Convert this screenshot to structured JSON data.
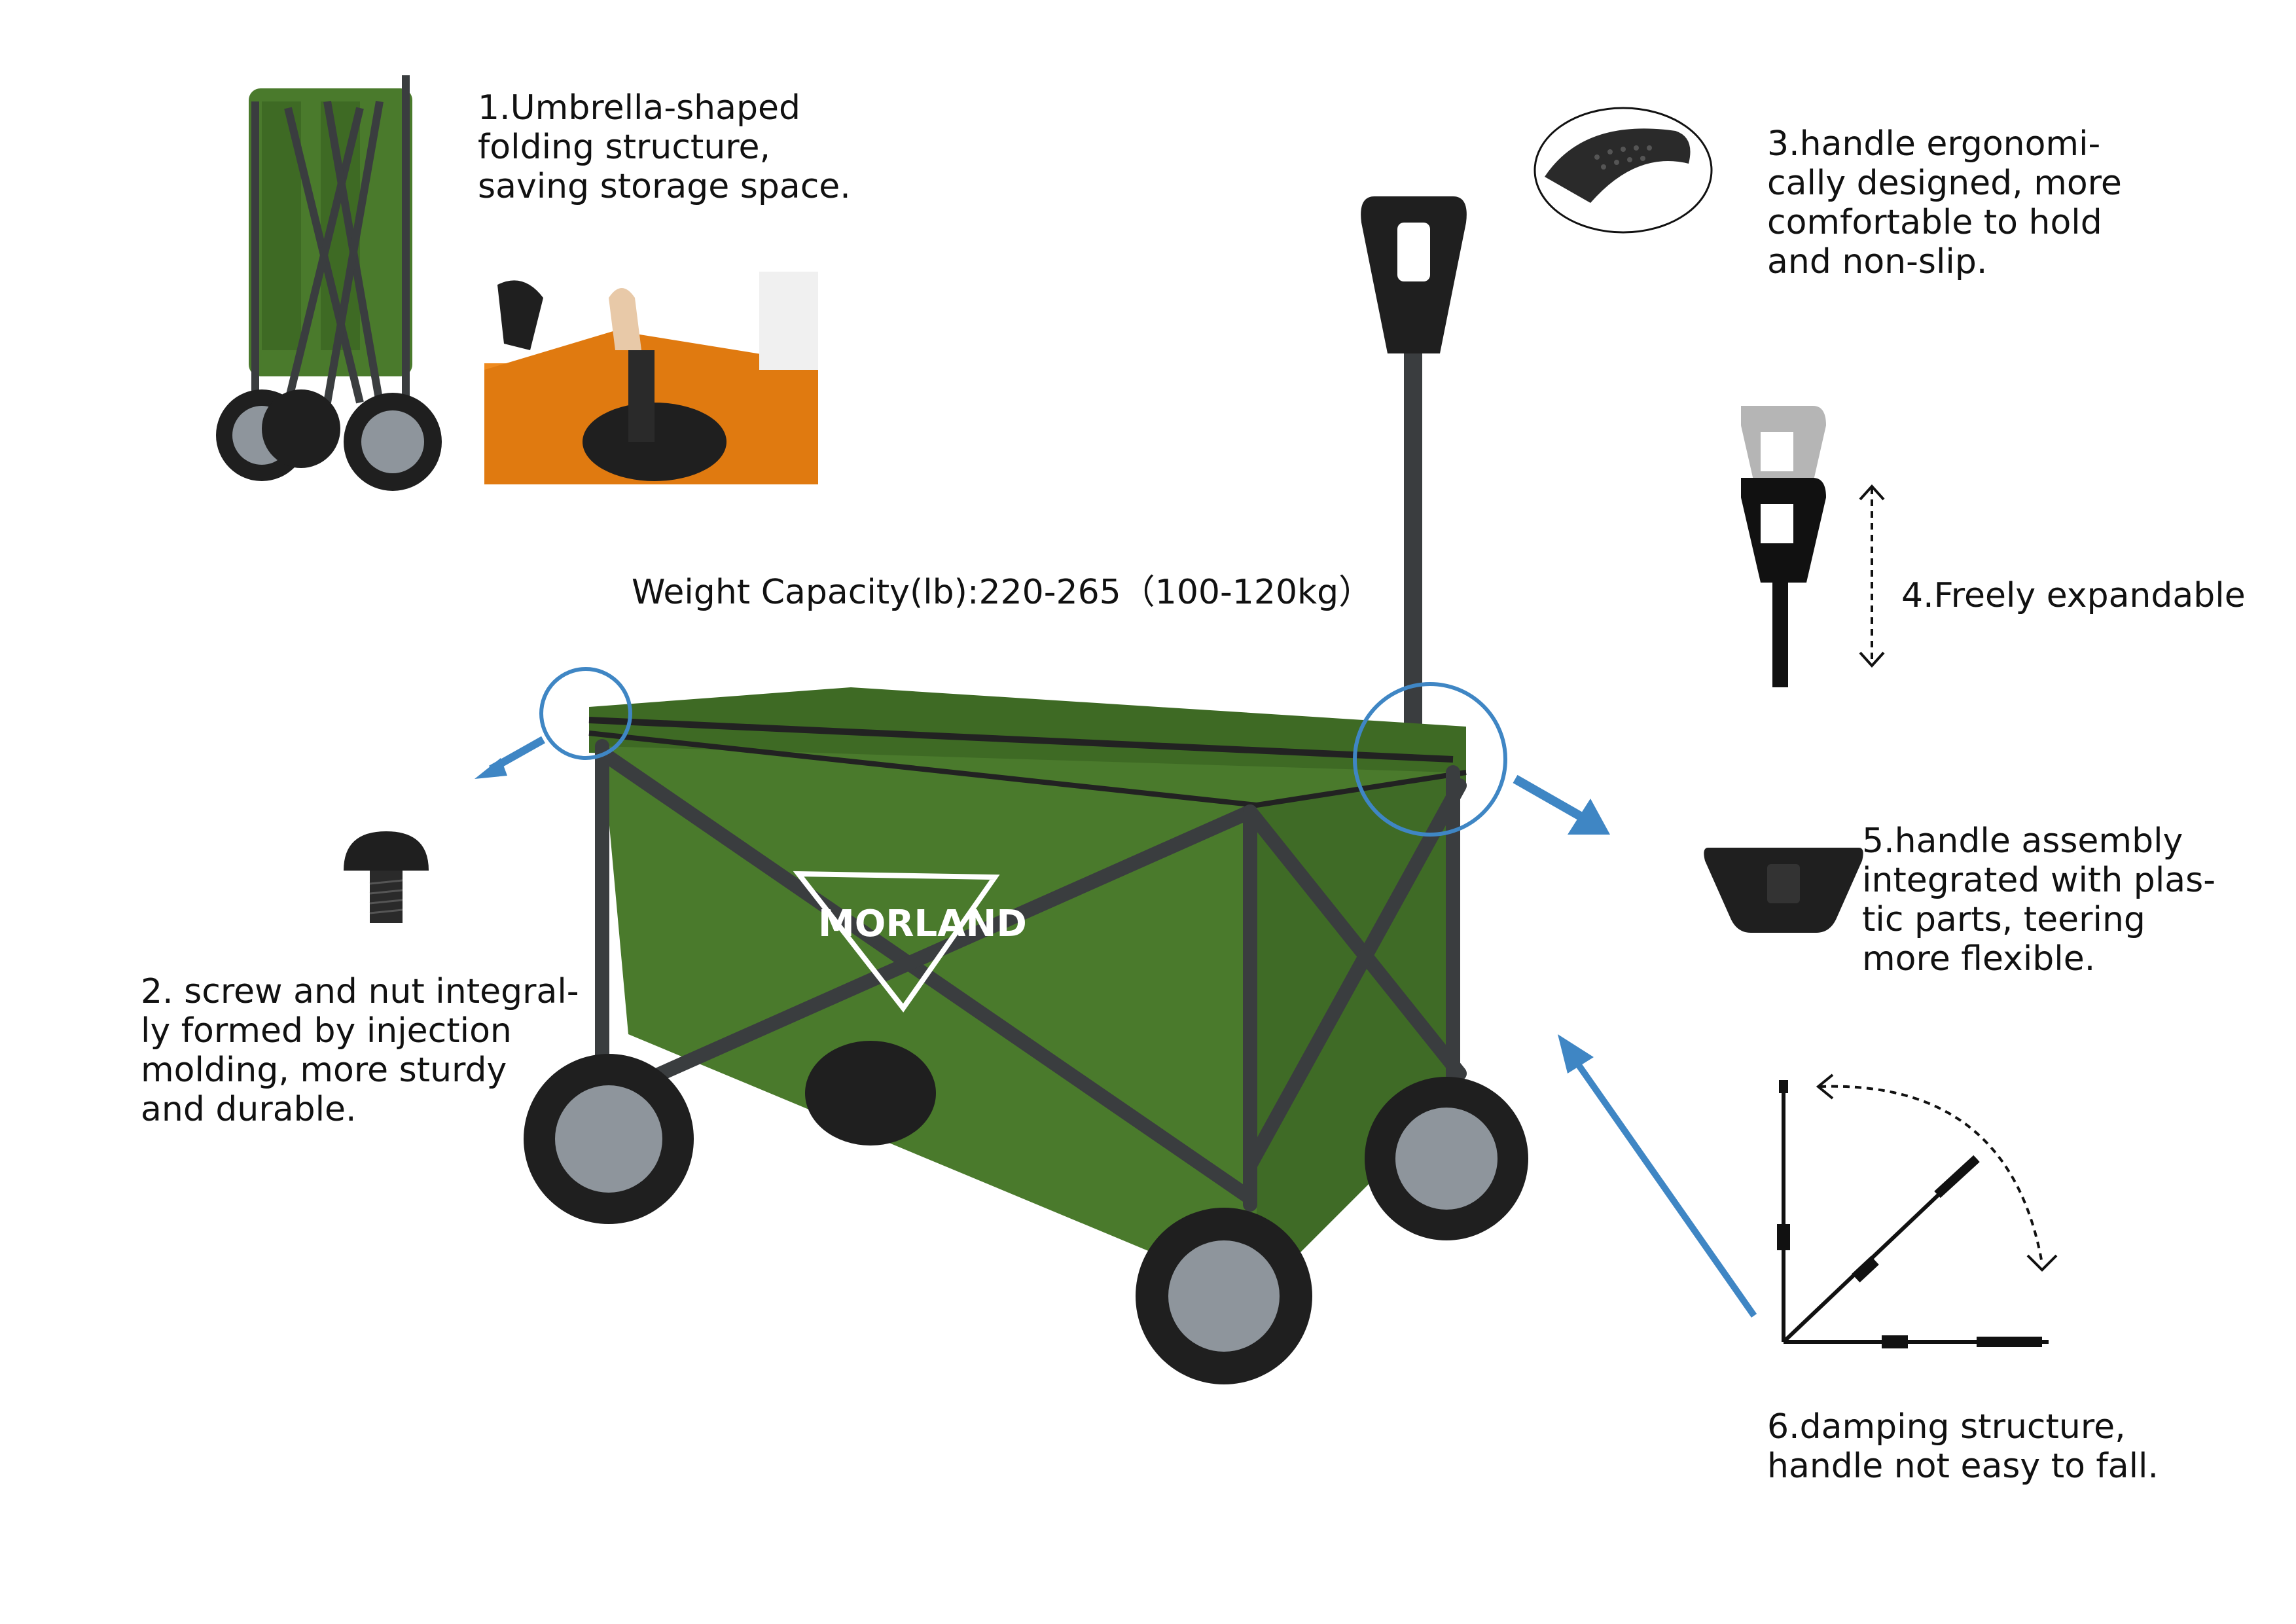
{
  "features": [
    {
      "number": "1.",
      "lines": [
        "1.Umbrella-shaped",
        "folding structure,",
        "saving storage space."
      ]
    },
    {
      "number": "2.",
      "lines": [
        "2. screw and nut integral-",
        "ly formed by injection",
        "molding, more sturdy",
        "and durable."
      ]
    },
    {
      "number": "3.",
      "lines": [
        "3.handle ergonomi-",
        "cally designed, more",
        "comfortable to hold",
        "and non-slip."
      ]
    },
    {
      "number": "4.",
      "lines": [
        "4.Freely expandable"
      ]
    },
    {
      "number": "5.",
      "lines": [
        "5.handle assembly",
        "integrated with plas-",
        "tic parts, teering",
        "more flexible."
      ]
    },
    {
      "number": "6.",
      "lines": [
        "6.damping structure,",
        "handle not easy to fall."
      ]
    }
  ],
  "capacity": "Weight Capacity(lb):220-265（100-120kg）",
  "brand_logo_text": "MORLAND",
  "colors": {
    "fabric_green": "#4a7a2c",
    "frame_dark": "#3a3d3f",
    "accent_blue": "#3f86c4",
    "inner_orange": "#ef8a1e",
    "wheel_black": "#1f1f1f",
    "hub_grey": "#8e959c"
  },
  "icons": [
    "folded-wagon-photo",
    "orange-interior-photo",
    "screw-knob-icon",
    "handle-grip-closeup-icon",
    "extendable-handle-icon",
    "hinge-plastic-part-icon",
    "damping-angle-diagram-icon",
    "wagon-main-photo"
  ]
}
